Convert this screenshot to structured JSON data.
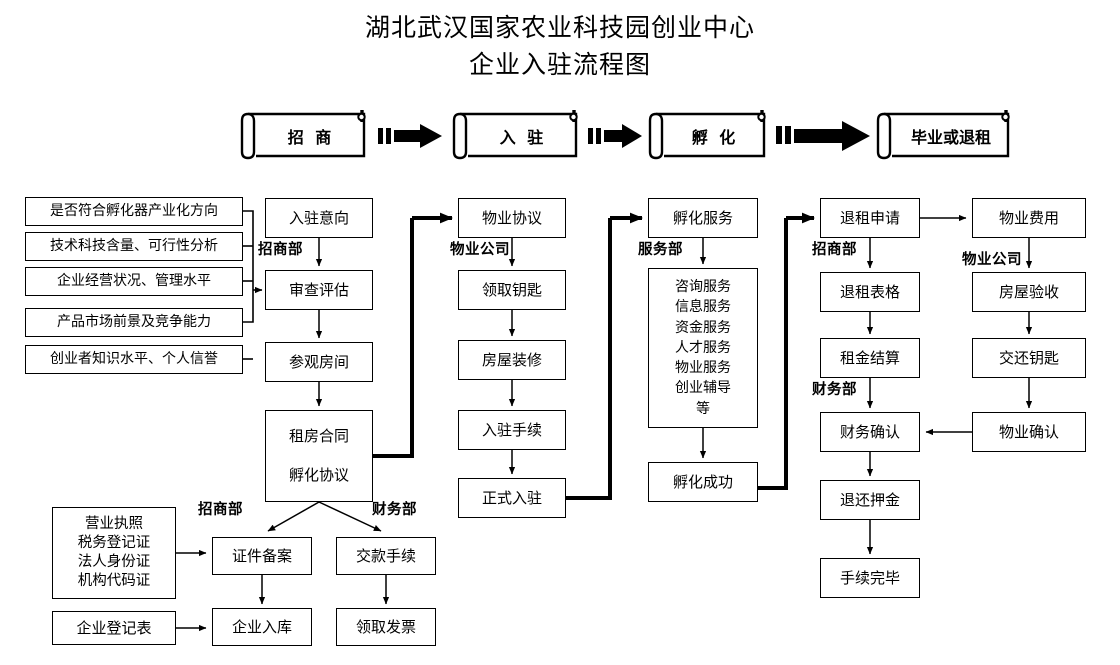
{
  "title": {
    "line1": "湖北武汉国家农业科技园创业中心",
    "line2": "企业入驻流程图"
  },
  "stages": [
    {
      "label": "招  商"
    },
    {
      "label": "入  驻"
    },
    {
      "label": "孵  化"
    },
    {
      "label": "毕业或退租"
    }
  ],
  "criteria": [
    {
      "label": "是否符合孵化器产业化方向"
    },
    {
      "label": "技术科技含量、可行性分析"
    },
    {
      "label": "企业经营状况、管理水平"
    },
    {
      "label": "产品市场前景及竞争能力"
    },
    {
      "label": "创业者知识水平、个人信誉"
    }
  ],
  "col_zhaoshang": {
    "dept": "招商部",
    "steps": [
      {
        "label": "入驻意向"
      },
      {
        "label": "审查评估"
      },
      {
        "label": "参观房间"
      }
    ],
    "contract": {
      "line1": "租房合同",
      "line2": "孵化协议"
    }
  },
  "col_wuye_in": {
    "dept": "物业公司",
    "steps": [
      {
        "label": "物业协议"
      },
      {
        "label": "领取钥匙"
      },
      {
        "label": "房屋装修"
      },
      {
        "label": "入驻手续"
      },
      {
        "label": "正式入驻"
      }
    ]
  },
  "col_fuhua": {
    "dept": "服务部",
    "head": {
      "label": "孵化服务"
    },
    "services": [
      "咨询服务",
      "信息服务",
      "资金服务",
      "人才服务",
      "物业服务",
      "创业辅导",
      "等"
    ],
    "tail": {
      "label": "孵化成功"
    }
  },
  "col_tuizu": {
    "dept_top": "招商部",
    "dept_mid": "财务部",
    "steps": [
      {
        "label": "退租申请"
      },
      {
        "label": "退租表格"
      },
      {
        "label": "租金结算"
      },
      {
        "label": "财务确认"
      },
      {
        "label": "退还押金"
      },
      {
        "label": "手续完毕"
      }
    ]
  },
  "col_wuye_out": {
    "dept": "物业公司",
    "steps": [
      {
        "label": "物业费用"
      },
      {
        "label": "房屋验收"
      },
      {
        "label": "交还钥匙"
      },
      {
        "label": "物业确认"
      }
    ]
  },
  "bottom": {
    "dept_left": "招商部",
    "dept_right": "财务部",
    "documents": [
      "营业执照",
      "税务登记证",
      "法人身份证",
      "机构代码证"
    ],
    "register_form": {
      "label": "企业登记表"
    },
    "left_steps": [
      {
        "label": "证件备案"
      },
      {
        "label": "企业入库"
      }
    ],
    "right_steps": [
      {
        "label": "交款手续"
      },
      {
        "label": "领取发票"
      }
    ]
  },
  "colors": {
    "ink": "#000000",
    "paper": "#ffffff"
  }
}
